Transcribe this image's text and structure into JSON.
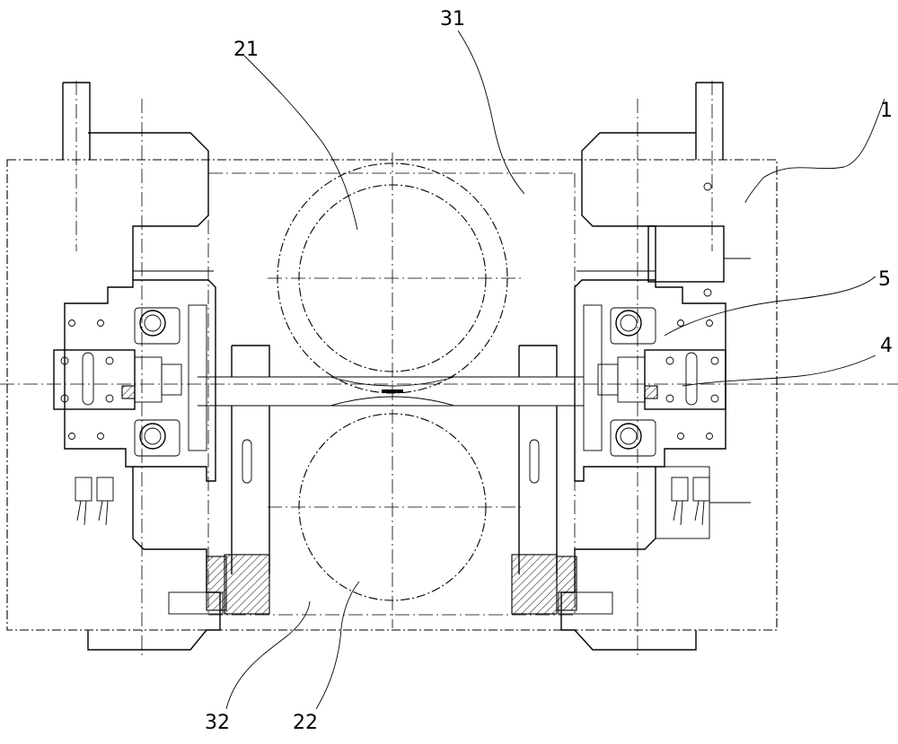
{
  "labels": {
    "l1": "1",
    "l4": "4",
    "l5": "5",
    "l21": "21",
    "l22": "22",
    "l31": "31",
    "l32": "32"
  }
}
